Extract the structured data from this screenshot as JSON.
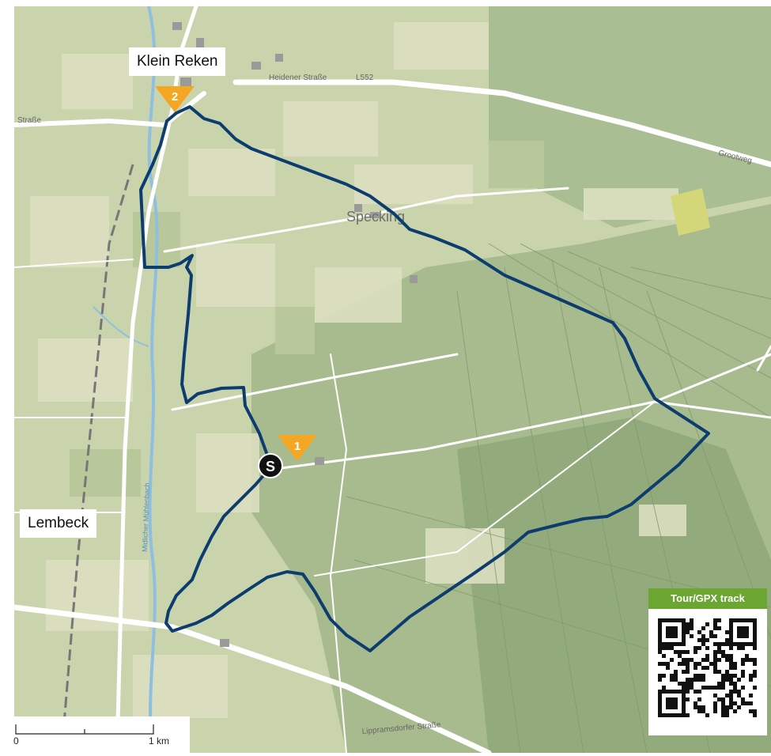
{
  "map": {
    "labels": {
      "klein_reken": "Klein Reken",
      "lembeck": "Lembeck",
      "specking": "Specking",
      "street_north": "Heidener Straße",
      "road_number": "L552",
      "street_west": "Straße",
      "street_east": "Grootweg",
      "street_south": "Lippramsdorfer Straße",
      "river": "Midlicher Mühlenbach"
    },
    "markers": {
      "start": "S",
      "waypoint_1": "1",
      "waypoint_2": "2"
    },
    "scale": {
      "start_label": "0",
      "end_label": "1 km"
    },
    "qr": {
      "title": "Tour/GPX track"
    }
  },
  "colors": {
    "route": "#0d3d6e",
    "waypoint": "#f5a623",
    "start_marker": "#111111",
    "qr_header": "#6aa631",
    "forest": "#9eb487",
    "field": "#d9dcbc",
    "road": "#ffffff",
    "water": "#8fbfe0"
  }
}
